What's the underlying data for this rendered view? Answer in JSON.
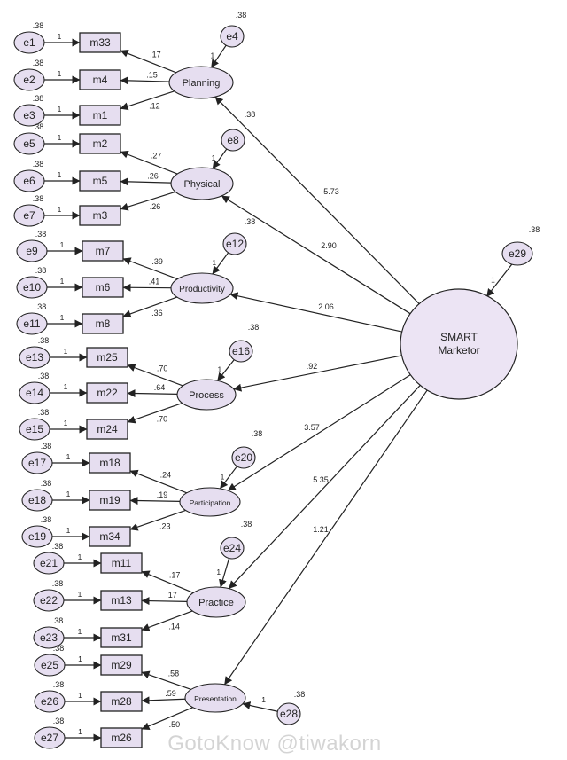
{
  "watermark": "GotoKnow @tiwakorn",
  "main": {
    "id": "smart",
    "name": "SMART\nMarketor",
    "error": "e29",
    "error_variance": ".38",
    "error_loading": "1"
  },
  "factors": [
    {
      "id": "planning",
      "name": "Planning",
      "loading": "5.73",
      "error": "e4",
      "error_variance": ".38",
      "error_loading": "1",
      "items": [
        {
          "id": "m33",
          "error": "e1",
          "variance": ".38",
          "one": "1",
          "loading": ".17"
        },
        {
          "id": "m4",
          "error": "e2",
          "variance": ".38",
          "one": "1",
          "loading": ".15"
        },
        {
          "id": "m1",
          "error": "e3",
          "variance": ".38",
          "one": "1",
          "loading": ".12"
        }
      ]
    },
    {
      "id": "physical",
      "name": "Physical",
      "loading": "2.90",
      "error": "e8",
      "error_variance": ".38",
      "error_loading": "1",
      "items": [
        {
          "id": "m2",
          "error": "e5",
          "variance": ".38",
          "one": "1",
          "loading": ".27"
        },
        {
          "id": "m5",
          "error": "e6",
          "variance": ".38",
          "one": "1",
          "loading": ".26"
        },
        {
          "id": "m3",
          "error": "e7",
          "variance": ".38",
          "one": "1",
          "loading": ".26"
        }
      ]
    },
    {
      "id": "productivity",
      "name": "Productivity",
      "loading": "2.06",
      "error": "e12",
      "error_variance": ".38",
      "error_loading": "1",
      "items": [
        {
          "id": "m7",
          "error": "e9",
          "variance": ".38",
          "one": "1",
          "loading": ".39"
        },
        {
          "id": "m6",
          "error": "e10",
          "variance": ".38",
          "one": "1",
          "loading": ".41"
        },
        {
          "id": "m8",
          "error": "e11",
          "variance": ".38",
          "one": "1",
          "loading": ".36"
        }
      ]
    },
    {
      "id": "process",
      "name": "Process",
      "loading": ".92",
      "error": "e16",
      "error_variance": ".38",
      "error_loading": "1",
      "items": [
        {
          "id": "m25",
          "error": "e13",
          "variance": ".38",
          "one": "1",
          "loading": ".70"
        },
        {
          "id": "m22",
          "error": "e14",
          "variance": ".38",
          "one": "1",
          "loading": ".64"
        },
        {
          "id": "m24",
          "error": "e15",
          "variance": ".38",
          "one": "1",
          "loading": ".70"
        }
      ]
    },
    {
      "id": "participation",
      "name": "Participation",
      "loading": "3.57",
      "error": "e20",
      "error_variance": ".38",
      "error_loading": "1",
      "items": [
        {
          "id": "m18",
          "error": "e17",
          "variance": ".38",
          "one": "1",
          "loading": ".24"
        },
        {
          "id": "m19",
          "error": "e18",
          "variance": ".38",
          "one": "1",
          "loading": ".19"
        },
        {
          "id": "m34",
          "error": "e19",
          "variance": ".38",
          "one": "1",
          "loading": ".23"
        }
      ]
    },
    {
      "id": "practice",
      "name": "Practice",
      "loading": "5.35",
      "error": "e24",
      "error_variance": ".38",
      "error_loading": "1",
      "items": [
        {
          "id": "m11",
          "error": "e21",
          "variance": ".38",
          "one": "1",
          "loading": ".17"
        },
        {
          "id": "m13",
          "error": "e22",
          "variance": ".38",
          "one": "1",
          "loading": ".17"
        },
        {
          "id": "m31",
          "error": "e23",
          "variance": ".38",
          "one": "1",
          "loading": ".14"
        }
      ]
    },
    {
      "id": "presentation",
      "name": "Presentation",
      "loading": "1.21",
      "error": "e28",
      "error_variance": ".38",
      "error_loading": "1",
      "items": [
        {
          "id": "m29",
          "error": "e25",
          "variance": ".38",
          "one": "1",
          "loading": ".58"
        },
        {
          "id": "m28",
          "error": "e26",
          "variance": ".38",
          "one": "1",
          "loading": ".59"
        },
        {
          "id": "m26",
          "error": "e27",
          "variance": ".38",
          "one": "1",
          "loading": ".50"
        }
      ]
    }
  ]
}
